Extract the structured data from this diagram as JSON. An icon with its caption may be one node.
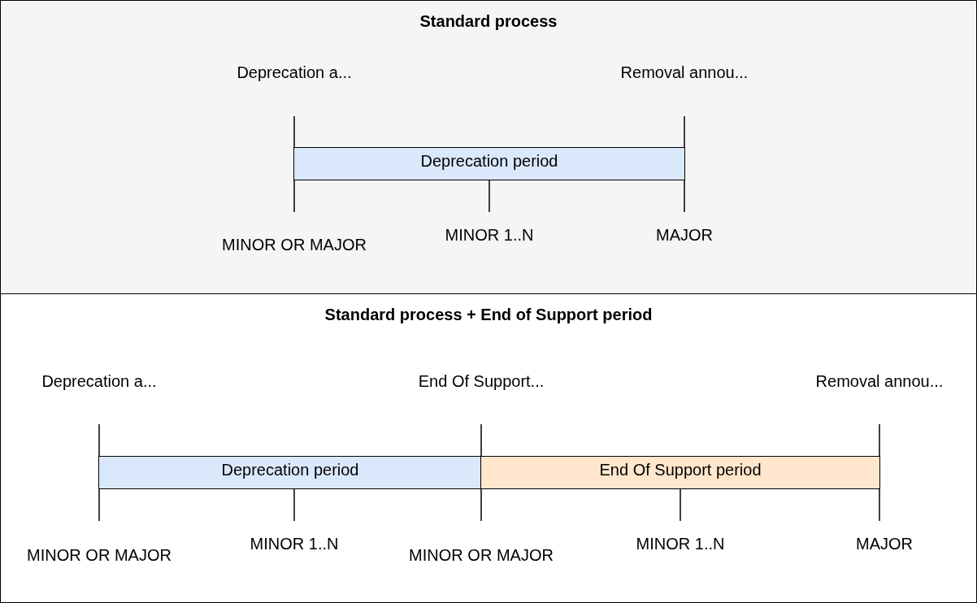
{
  "diagram": {
    "nodes": [
      {
        "text": [
          "Standard process"
        ]
      },
      {
        "text": [
          "Deprecation period"
        ],
        "in": 0
      },
      {
        "text": [
          "Standard process + End of Support period"
        ]
      },
      {
        "text": [
          "Deprecation period"
        ],
        "in": 2
      },
      {
        "text": [
          "End Of Support period"
        ],
        "in": 2
      }
    ],
    "edges": [],
    "labels": [
      "Deprecation a...",
      "Removal annou...",
      "MINOR OR MAJOR",
      "MINOR 1..N",
      "MAJOR",
      "Deprecation a...",
      "End Of Support...",
      "Removal annou...",
      "MINOR OR MAJOR",
      "MINOR 1..N",
      "MINOR OR MAJOR",
      "MINOR 1..N",
      "MAJOR"
    ]
  }
}
